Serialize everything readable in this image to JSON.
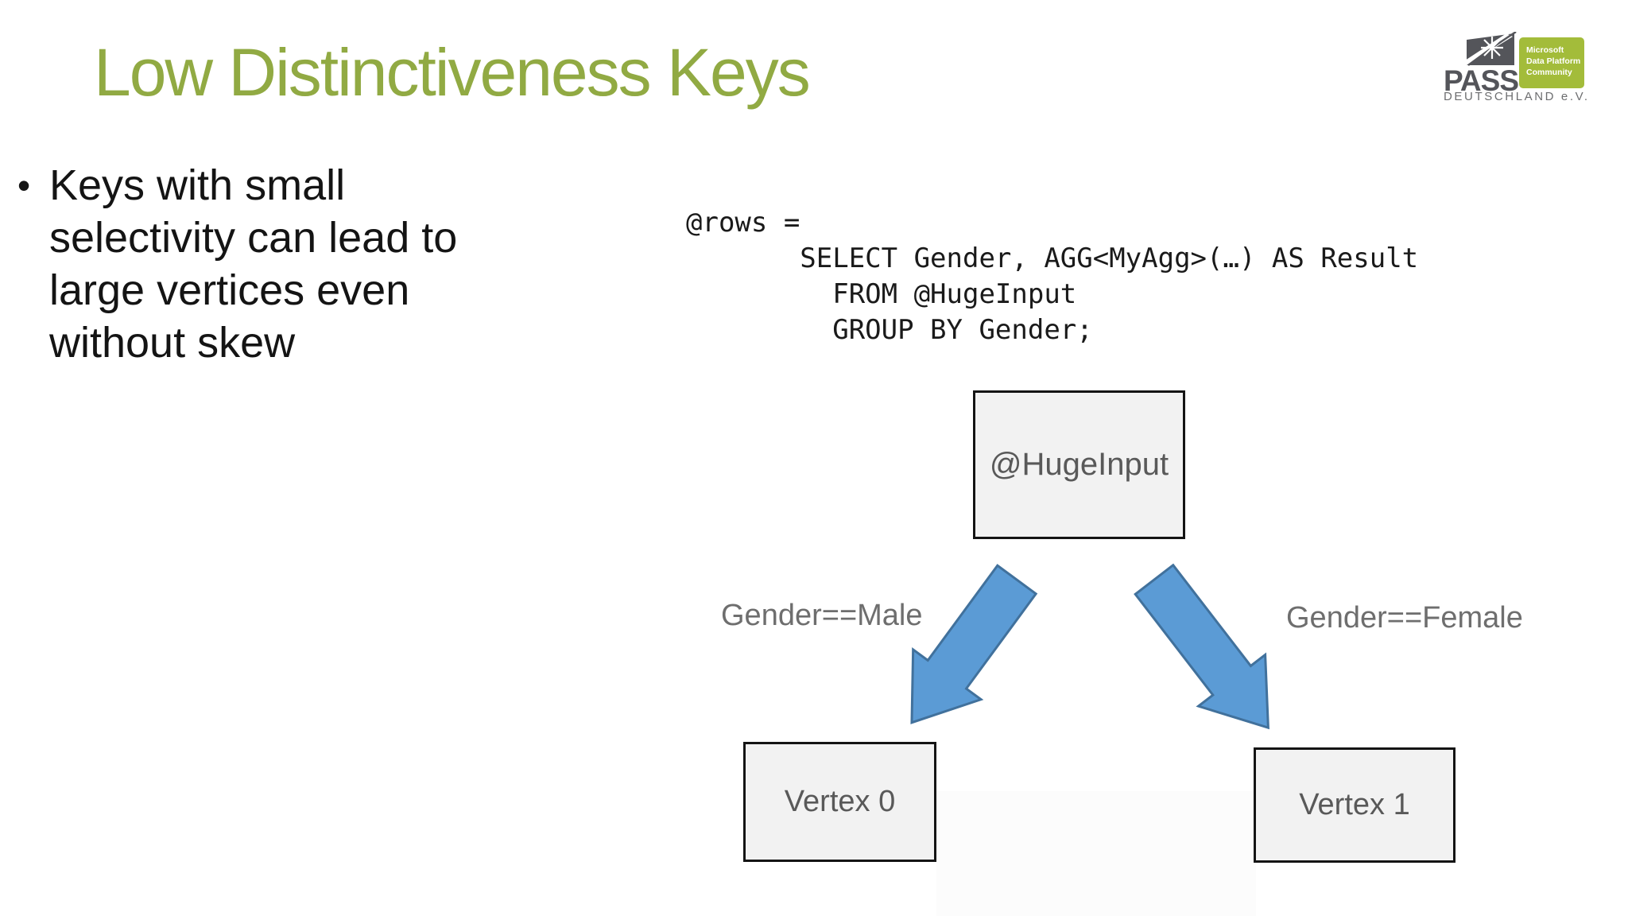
{
  "slide": {
    "title": "Low Distinctiveness Keys",
    "bullet": {
      "marker": "•",
      "lines": [
        "Keys with small",
        "selectivity can lead to",
        "large vertices even",
        "without skew"
      ]
    },
    "code": {
      "text": "@rows =\n       SELECT Gender, AGG<MyAgg>(…) AS Result\n         FROM @HugeInput\n         GROUP BY Gender;"
    },
    "diagram": {
      "source_node": "@HugeInput",
      "left_edge_label": "Gender==Male",
      "right_edge_label": "Gender==Female",
      "left_node": "Vertex 0",
      "right_node": "Vertex 1",
      "arrow_fill": "#5b9bd5",
      "arrow_stroke": "#41719c",
      "node_fill": "#f2f2f2",
      "node_border": "#141414",
      "node_text_color": "#595959",
      "label_text_color": "#6e6e6e"
    },
    "logo": {
      "name": "PASS",
      "badge_lines": [
        "Microsoft",
        "Data Platform",
        "Community"
      ],
      "subtitle": "DEUTSCHLAND e.V.",
      "badge_green": "#a3bc3a",
      "logo_gray": "#54555a"
    },
    "colors": {
      "title_green": "#91aa43",
      "body_text": "#141414",
      "background": "#ffffff"
    }
  }
}
